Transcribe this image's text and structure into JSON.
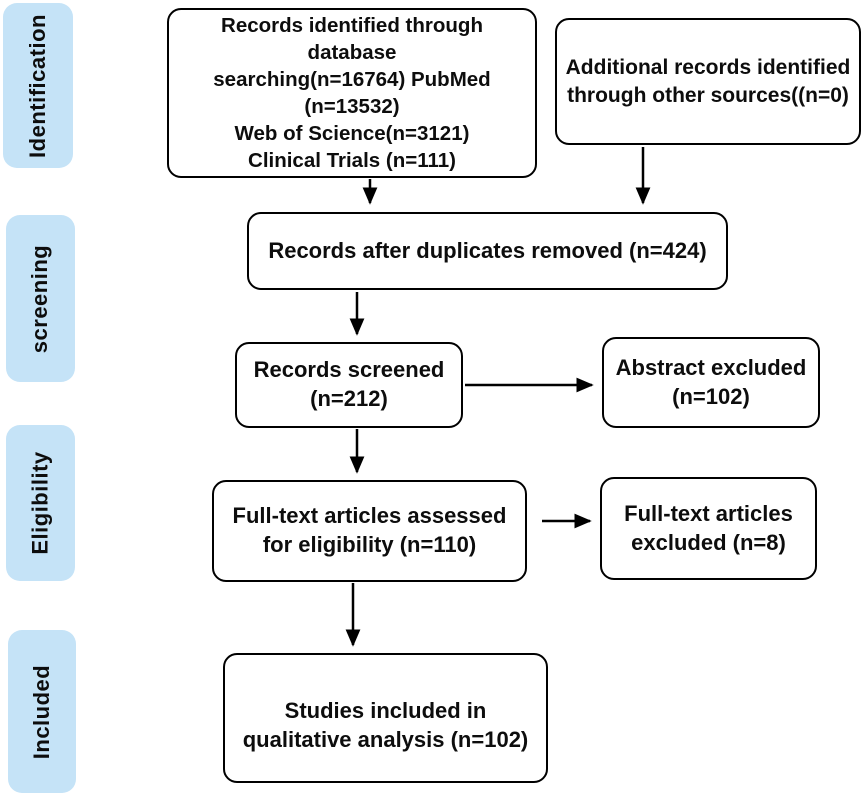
{
  "colors": {
    "stage_fill": "#c5e3f7",
    "box_border": "#000000",
    "box_fill": "#ffffff",
    "text": "#0d0d0d",
    "arrow": "#000000"
  },
  "stages": [
    "Identification",
    "screening",
    "Eligibility",
    "Included"
  ],
  "boxes": {
    "records_identified": {
      "lines": [
        "Records identified through",
        "database",
        "searching(n=16764) PubMed",
        "(n=13532)",
        "Web of Science(n=3121)",
        "Clinical Trials (n=111)"
      ]
    },
    "additional_records": {
      "lines": [
        "Additional records identified",
        "through other sources((n=0)"
      ]
    },
    "duplicates_removed": {
      "lines": [
        "Records after duplicates removed (n=424)"
      ]
    },
    "records_screened": {
      "lines": [
        "Records screened",
        "(n=212)"
      ]
    },
    "abstract_excluded": {
      "lines": [
        "Abstract excluded",
        "(n=102)"
      ]
    },
    "fulltext_assessed": {
      "lines": [
        "Full-text articles assessed",
        "for eligibility (n=110)"
      ]
    },
    "fulltext_excluded": {
      "lines": [
        "Full-text articles",
        "excluded (n=8)"
      ]
    },
    "studies_included": {
      "lines": [
        "Studies included in",
        "qualitative analysis (n=102)"
      ]
    }
  }
}
